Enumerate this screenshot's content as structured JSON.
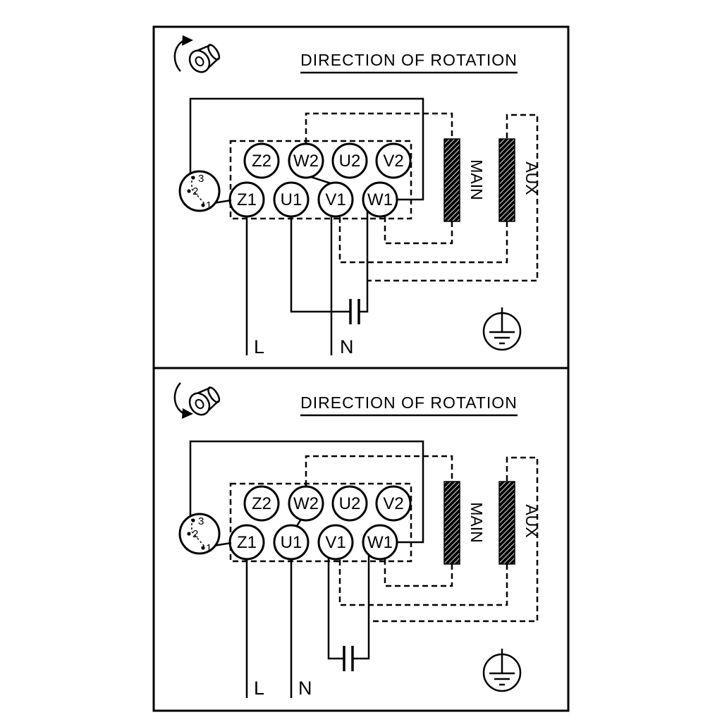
{
  "diagram": {
    "colors": {
      "line": "#000000",
      "background": "#ffffff"
    },
    "panels": [
      {
        "title": "DIRECTION OF ROTATION",
        "terminals_top": [
          "Z2",
          "W2",
          "U2",
          "V2"
        ],
        "terminals_bottom": [
          "Z1",
          "U1",
          "V1",
          "W1"
        ],
        "winding_main_label": "MAIN",
        "winding_aux_label": "AUX",
        "supply_line_label": "L",
        "supply_neutral_label": "N",
        "plug_pins": [
          "3",
          "2",
          "1"
        ]
      },
      {
        "title": "DIRECTION OF ROTATION",
        "terminals_top": [
          "Z2",
          "W2",
          "U2",
          "V2"
        ],
        "terminals_bottom": [
          "Z1",
          "U1",
          "V1",
          "W1"
        ],
        "winding_main_label": "MAIN",
        "winding_aux_label": "AUX",
        "supply_line_label": "L",
        "supply_neutral_label": "N",
        "plug_pins": [
          "3",
          "2",
          "1"
        ]
      }
    ]
  }
}
